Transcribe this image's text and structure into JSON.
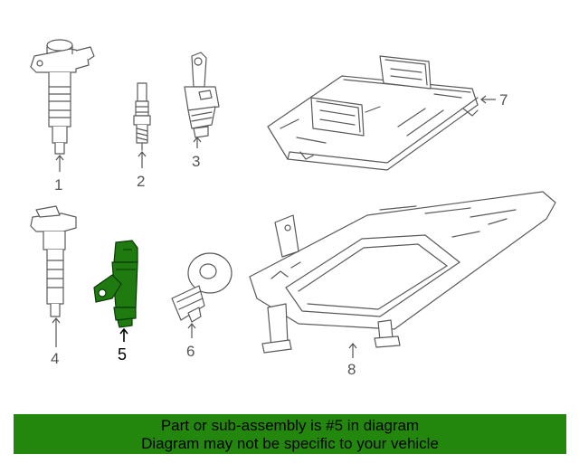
{
  "callouts": [
    "1",
    "2",
    "3",
    "4",
    "5",
    "6",
    "7",
    "8"
  ],
  "highlighted_callout": "5",
  "banner": {
    "line1": "Part or sub-assembly is #5 in diagram",
    "line2": "Diagram may not be specific to your vehicle"
  },
  "colors": {
    "highlight_part": "#1f7a10",
    "banner_background": "#23870e",
    "line_art": "#5a5a5a"
  }
}
